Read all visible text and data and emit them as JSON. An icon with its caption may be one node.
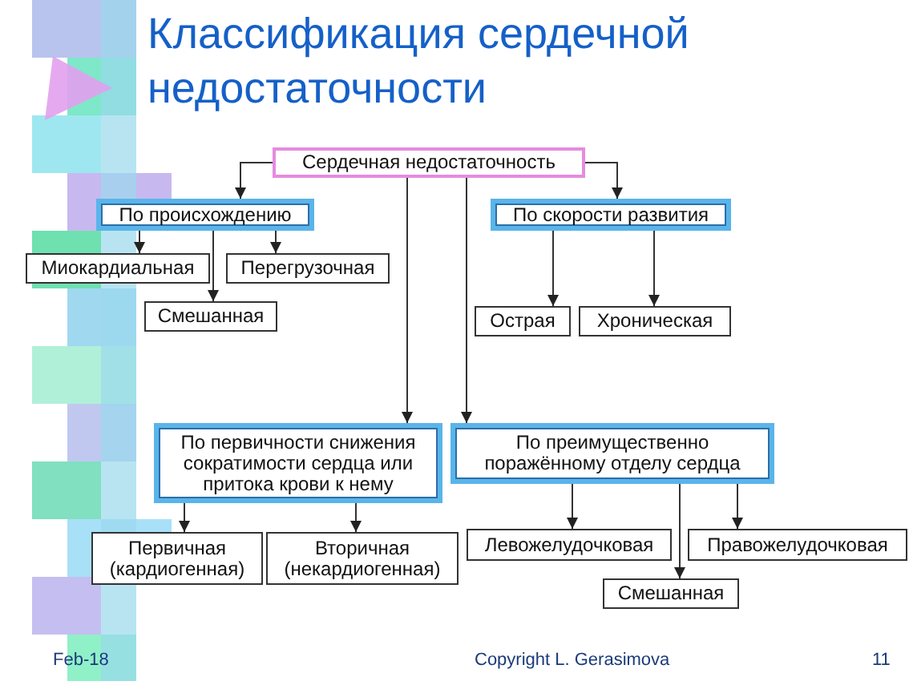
{
  "diagram": {
    "title": "Классификация сердечной недостаточности",
    "nodes": [
      {
        "text": [
          "Сердечная недостаточность"
        ]
      },
      {
        "text": [
          "По происхождению"
        ]
      },
      {
        "text": [
          "Миокардиальная"
        ]
      },
      {
        "text": [
          "Перегрузочная"
        ]
      },
      {
        "text": [
          "Смешанная"
        ]
      },
      {
        "text": [
          "По скорости развития"
        ]
      },
      {
        "text": [
          "Острая"
        ]
      },
      {
        "text": [
          "Хроническая"
        ]
      },
      {
        "text": [
          "По первичности снижения сократимости сердца или притока крови к нему"
        ]
      },
      {
        "text": [
          "По преимущественно поражённому отделу сердца"
        ]
      },
      {
        "text": [
          "Первичная (кардиогенная)"
        ]
      },
      {
        "text": [
          "Вторичная (некардиогенная)"
        ]
      },
      {
        "text": [
          "Левожелудочковая"
        ]
      },
      {
        "text": [
          "Правожелудочковая"
        ]
      },
      {
        "text": [
          "Смешанная"
        ]
      }
    ],
    "edges": [
      {
        "from": 0,
        "to": 1,
        "arrow": "to"
      },
      {
        "from": 0,
        "to": 5,
        "arrow": "to"
      },
      {
        "from": 0,
        "to": 8,
        "arrow": "to"
      },
      {
        "from": 0,
        "to": 9,
        "arrow": "to"
      },
      {
        "from": 1,
        "to": 2,
        "arrow": "to"
      },
      {
        "from": 1,
        "to": 3,
        "arrow": "to"
      },
      {
        "from": 1,
        "to": 4,
        "arrow": "to"
      },
      {
        "from": 5,
        "to": 6,
        "arrow": "to"
      },
      {
        "from": 5,
        "to": 7,
        "arrow": "to"
      },
      {
        "from": 8,
        "to": 10,
        "arrow": "to"
      },
      {
        "from": 8,
        "to": 11,
        "arrow": "to"
      },
      {
        "from": 9,
        "to": 12,
        "arrow": "to"
      },
      {
        "from": 9,
        "to": 14,
        "arrow": "to"
      },
      {
        "from": 9,
        "to": 13,
        "arrow": "to"
      }
    ],
    "labels": [
      "Feb-18",
      "Copyright L. Gerasimova",
      "11"
    ]
  }
}
